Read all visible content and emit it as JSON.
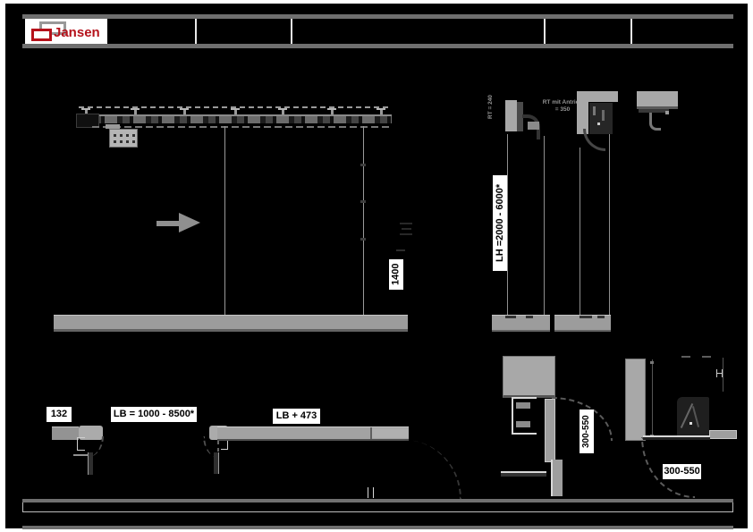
{
  "title_block": {
    "logo": "Jansen",
    "logo_color": "#b5121b"
  },
  "elevation": {
    "height_dim": "1400"
  },
  "sections": {
    "depth_no_drive": "RT = 240",
    "depth_with_drive_line1": "RT mit Antrieb",
    "depth_with_drive_line2": "= 350",
    "clear_height": "LH =2000 - 6000*"
  },
  "plan": {
    "track_projection": "132",
    "clear_width": "LB = 1000 - 8500*",
    "leaf_length": "LB + 473"
  },
  "side_views": {
    "swing_clearance_left": "300-550",
    "swing_clearance_right": "300-550"
  },
  "colors": {
    "drawing_gray": "#a8a8a8",
    "background": "#000000",
    "label_bg": "#ffffff"
  }
}
